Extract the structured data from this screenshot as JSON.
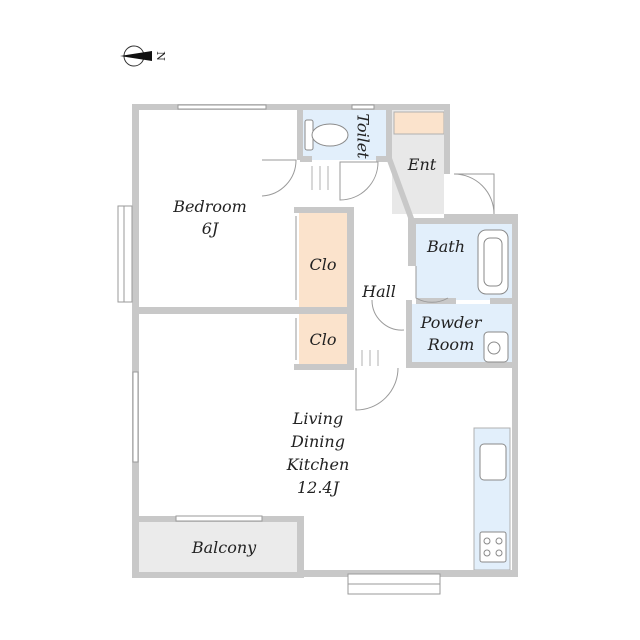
{
  "compass": {
    "label": "N"
  },
  "rooms": {
    "bedroom": {
      "name": "Bedroom",
      "size": "6J"
    },
    "clo_upper": {
      "name": "Clo"
    },
    "clo_lower": {
      "name": "Clo"
    },
    "toilet": {
      "name": "Toilet"
    },
    "entrance": {
      "name": "Ent"
    },
    "bath": {
      "name": "Bath"
    },
    "powder": {
      "line1": "Powder",
      "line2": "Room"
    },
    "hall": {
      "name": "Hall"
    },
    "ldk": {
      "line1": "Living",
      "line2": "Dining",
      "line3": "Kitchen",
      "size": "12.4J"
    },
    "balcony": {
      "name": "Balcony"
    }
  },
  "colors": {
    "wall": "#c8c8c8",
    "closet_fill": "#fbe3cc",
    "wet_area_fill": "#e2effb",
    "entrance_fill": "#e8e8e8",
    "balcony_fill": "#ebebeb",
    "shoe_box_fill": "#fbe3cc"
  }
}
